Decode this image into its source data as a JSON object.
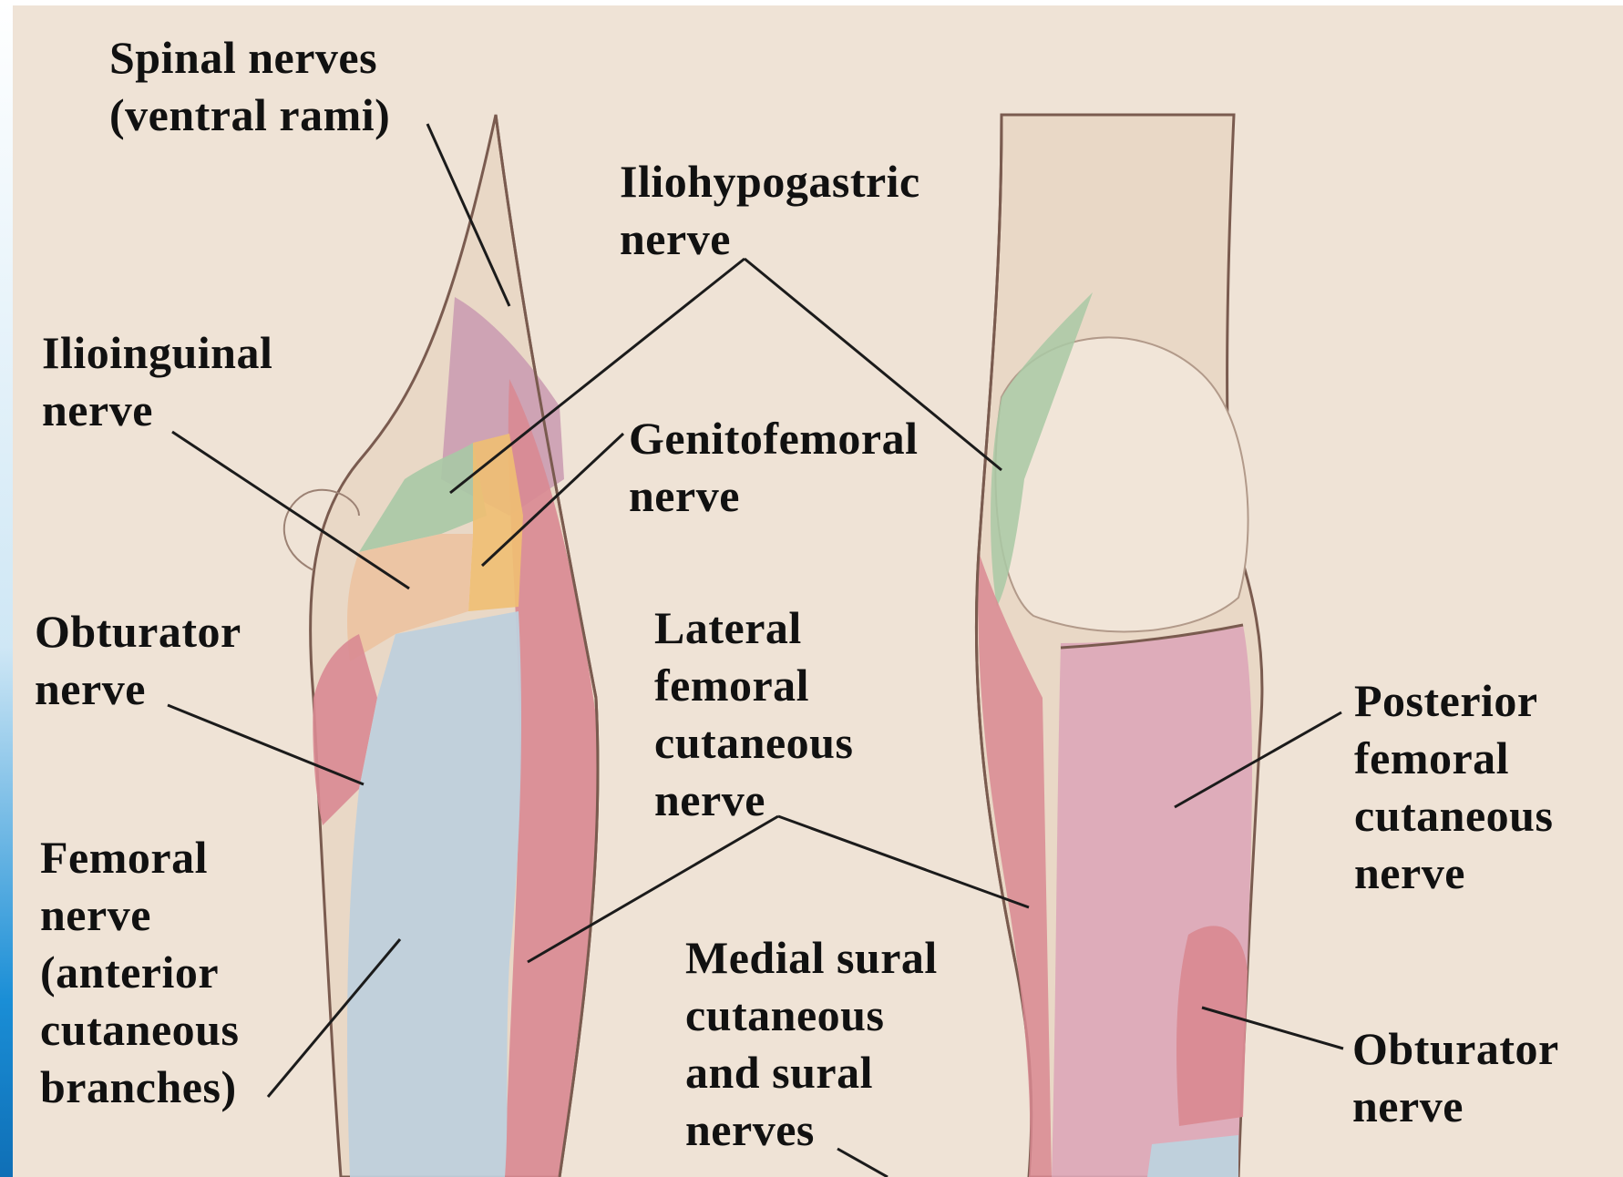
{
  "labels": {
    "spinal_nerves": "Spinal nerves\n(ventral rami)",
    "iliohypogastric": "Iliohypogastric\nnerve",
    "ilioinguinal": "Ilioinguinal\nnerve",
    "genitofemoral": "Genitofemoral\nnerve",
    "obturator_left": "Obturator\nnerve",
    "lateral_femoral_cutaneous": "Lateral\nfemoral\ncutaneous\nnerve",
    "posterior_femoral_cutaneous": "Posterior\nfemoral\ncutaneous\nnerve",
    "femoral": "Femoral\nnerve\n(anterior\ncutaneous\nbranches)",
    "medial_sural": "Medial sural\ncutaneous\nand sural\nnerves",
    "obturator_right": "Obturator\nnerve"
  },
  "colors": {
    "background": "#efe3d6",
    "skin": "#e9d8c6",
    "pink_zone": "#d98a92",
    "purple_zone": "#c99ab0",
    "blue_zone": "#bfd0dc",
    "green_zone": "#a9c9a5",
    "yellow_zone": "#f0bf72",
    "mauve_zone": "#dda7b8",
    "label_text": "#111111"
  }
}
